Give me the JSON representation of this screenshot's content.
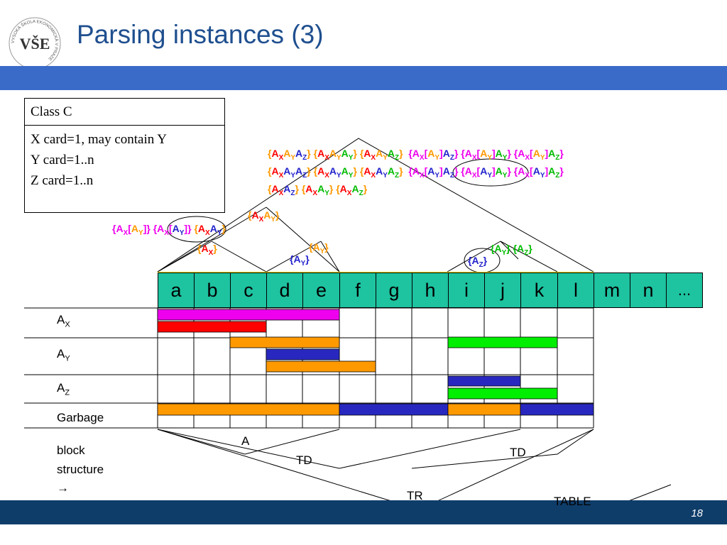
{
  "slide": {
    "title": "Parsing instances (3)",
    "page_number": "18",
    "logo_text": "VŠE",
    "logo_ring": "VYSOKÁ ŠKOLA EKONOMICKÁ V PRAZE"
  },
  "class_box": {
    "header": "Class C",
    "lines": [
      "X card=1, may contain Y",
      "Y card=1..n",
      "Z card=1..n"
    ]
  },
  "letters": [
    "a",
    "b",
    "c",
    "d",
    "e",
    "f",
    "g",
    "h",
    "i",
    "j",
    "k",
    "l",
    "m",
    "n",
    "..."
  ],
  "rows": {
    "ax": "A",
    "ax_sub": "X",
    "ay": "A",
    "ay_sub": "Y",
    "az": "A",
    "az_sub": "Z",
    "garbage": "Garbage"
  },
  "block_structure": {
    "label_line1": "block",
    "label_line2": "structure",
    "arrow": "→",
    "a": "A",
    "td1": "TD",
    "td2": "TD",
    "tr": "TR",
    "table": "TABLE"
  },
  "colors": {
    "magenta": "#ee00ee",
    "red": "#ff0000",
    "orange": "#ff9900",
    "blue": "#2828c0",
    "green": "#00ee00",
    "teal": "#1ec3a0",
    "yellow": "#ffee00"
  }
}
